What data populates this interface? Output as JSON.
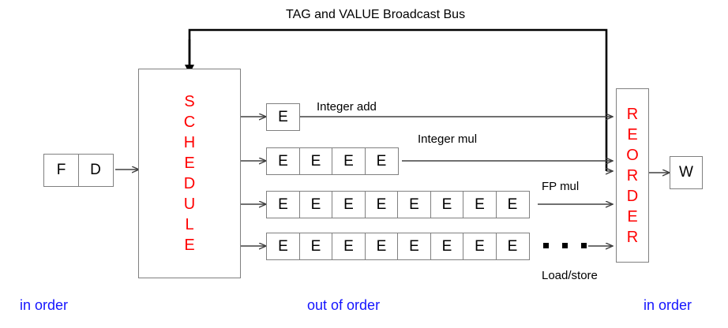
{
  "diagram": {
    "title_bus": "TAG and VALUE Broadcast Bus",
    "front_end": {
      "fetch": "F",
      "decode": "D"
    },
    "schedule_block": {
      "name": "SCHEDULE",
      "letters": [
        "S",
        "C",
        "H",
        "E",
        "D",
        "U",
        "L",
        "E"
      ],
      "color": "#ff0000"
    },
    "reorder_block": {
      "name": "REORDER",
      "letters": [
        "R",
        "E",
        "O",
        "R",
        "D",
        "E",
        "R"
      ],
      "color": "#ff0000"
    },
    "writeback": "W",
    "exec_unit_label": "E",
    "pipelines": [
      {
        "label": "Integer add",
        "stages": 1
      },
      {
        "label": "Integer mul",
        "stages": 4
      },
      {
        "label": "FP mul",
        "stages": 8
      },
      {
        "label": "Load/store",
        "stages": 8
      }
    ],
    "ellipsis": "...",
    "stage_labels": [
      {
        "text": "in order",
        "color": "#1414ff"
      },
      {
        "text": "out of order",
        "color": "#1414ff"
      },
      {
        "text": "in order",
        "color": "#1414ff"
      }
    ],
    "colors": {
      "box_stroke": "#808080",
      "wire": "#404040",
      "bus": "#000000",
      "accent_red": "#ff0000",
      "accent_blue": "#1414ff",
      "background": "#ffffff"
    }
  }
}
